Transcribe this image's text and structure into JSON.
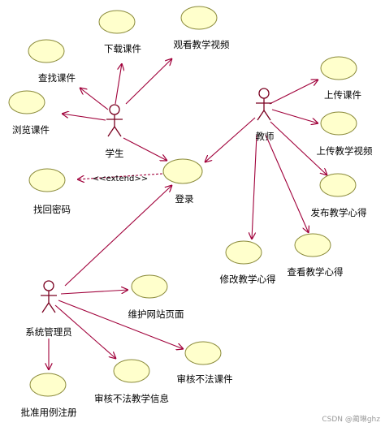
{
  "actors": {
    "student": "学生",
    "teacher": "教师",
    "admin": "系统管理员"
  },
  "use_cases": {
    "download": "下载课件",
    "watch_video": "观看教学视频",
    "search": "查找课件",
    "browse": "浏览课件",
    "recover_password": "找回密码",
    "login": "登录",
    "upload_courseware": "上传课件",
    "upload_video": "上传教学视频",
    "publish_notes": "发布教学心得",
    "edit_notes": "修改教学心得",
    "view_notes": "查看教学心得",
    "maintain_site": "维护网站页面",
    "review_courseware": "审核不法课件",
    "review_info": "审核不法教学信息",
    "approve_users": "批准用例注册"
  },
  "stereotype": "<<extend>>",
  "watermark": "CSDN @蔺琳ghz",
  "colors": {
    "use_case_fill": "#ffffcc",
    "line": "#a0003a"
  }
}
